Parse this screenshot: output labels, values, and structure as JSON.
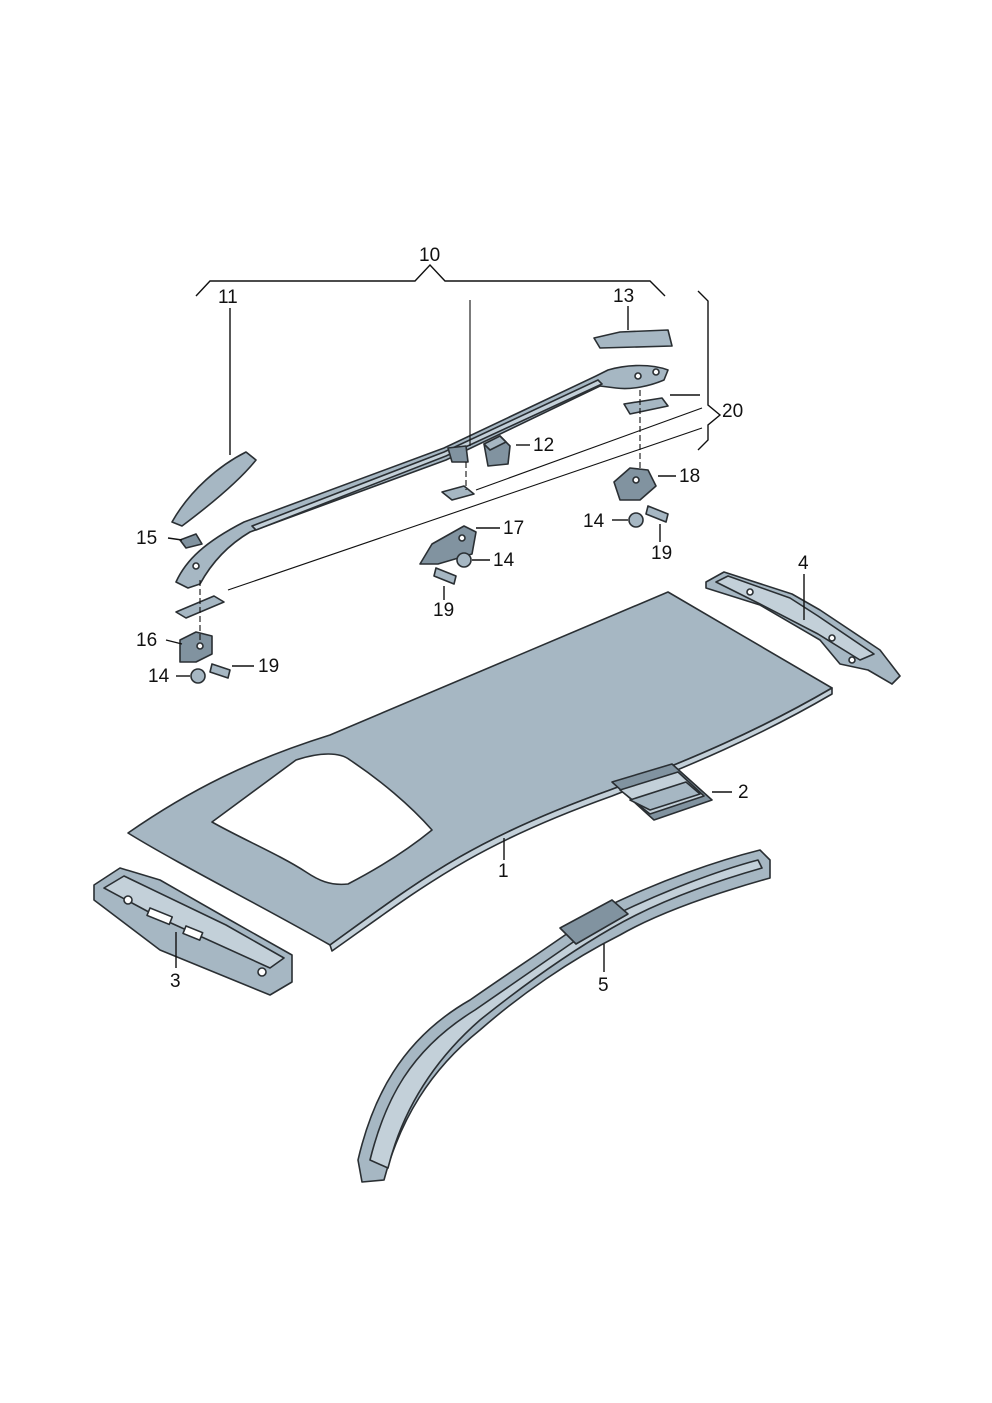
{
  "callouts": {
    "c1": "1",
    "c2": "2",
    "c3": "3",
    "c4": "4",
    "c5": "5",
    "c10": "10",
    "c11": "11",
    "c12": "12",
    "c13": "13",
    "c14a": "14",
    "c14b": "14",
    "c14c": "14",
    "c15": "15",
    "c16": "16",
    "c17": "17",
    "c18": "18",
    "c19a": "19",
    "c19b": "19",
    "c19c": "19",
    "c20": "20"
  },
  "colors": {
    "part_fill": "#a6b7c3",
    "part_dark": "#8193a0",
    "part_light": "#c3d0d9",
    "outline": "#2a2f33"
  }
}
